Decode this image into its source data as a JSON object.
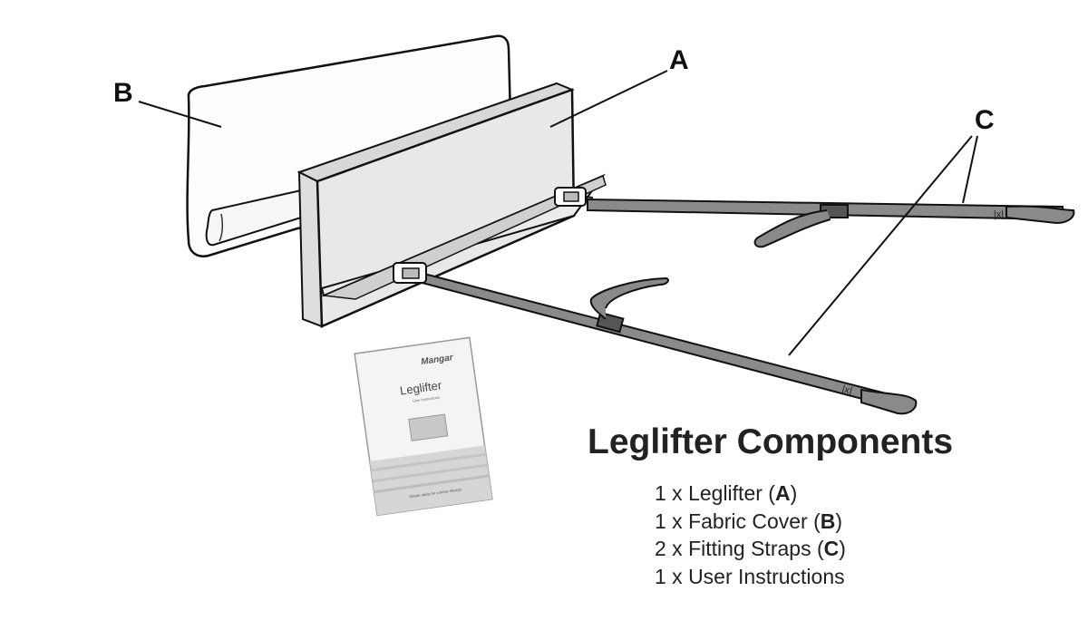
{
  "callouts": {
    "a": "A",
    "b": "B",
    "c": "C"
  },
  "booklet": {
    "brand": "Mangar",
    "title": "Leglifter",
    "subtitle": "User Instructions",
    "footer": "Simple ability for a better lifestyle"
  },
  "strap_mark": "|x|",
  "legend": {
    "title": "Leglifter Components",
    "items": [
      {
        "text": "1 x Leglifter",
        "code": "A"
      },
      {
        "text": "1 x Fabric Cover",
        "code": "B"
      },
      {
        "text": "2 x Fitting Straps",
        "code": "C"
      },
      {
        "text": "1 x User Instructions",
        "code": ""
      }
    ]
  }
}
